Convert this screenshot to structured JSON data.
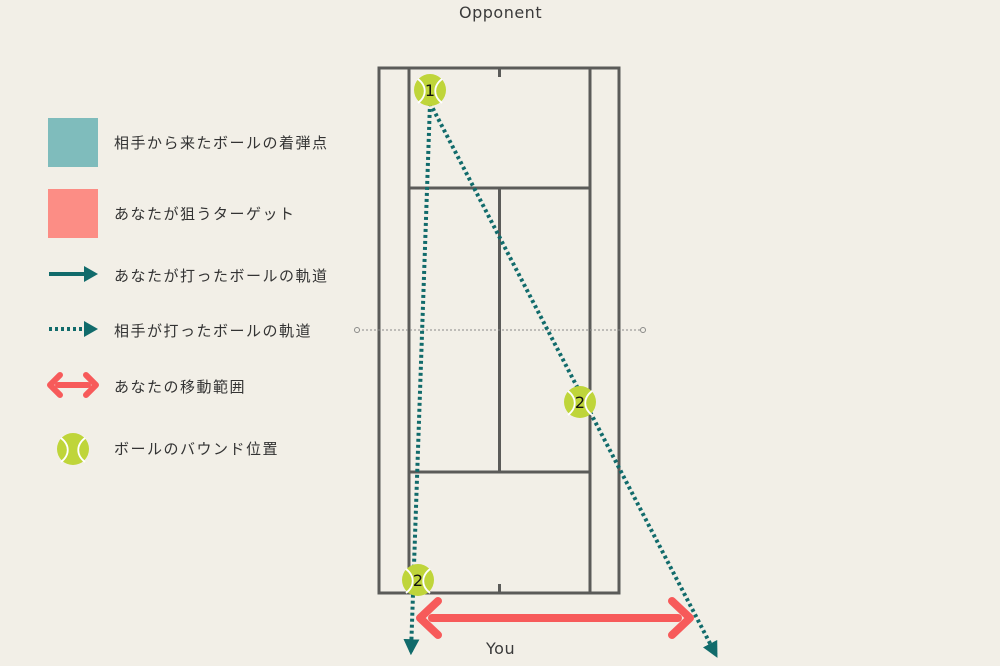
{
  "labels": {
    "top": "Opponent",
    "bottom": "You"
  },
  "legend": [
    {
      "key": "received-landing",
      "text": "相手から来たボールの着弾点",
      "color": "#7fbcbc"
    },
    {
      "key": "target",
      "text": "あなたが狙うターゲット",
      "color": "#fc8d85"
    },
    {
      "key": "your-trajectory",
      "text": "あなたが打ったボールの軌道",
      "color": "#116b6b"
    },
    {
      "key": "opponent-trajectory",
      "text": "相手が打ったボールの軌道",
      "color": "#116b6b"
    },
    {
      "key": "movement-range",
      "text": "あなたの移動範囲",
      "color": "#f75a5a"
    },
    {
      "key": "bounce",
      "text": "ボールのバウンド位置",
      "color": "#bfd53a"
    }
  ],
  "balls": [
    {
      "label": "1"
    },
    {
      "label": "2"
    },
    {
      "label": "2"
    }
  ],
  "colors": {
    "background": "#f2efe7",
    "court_line": "#5b5b59",
    "trajectory": "#116b6b",
    "movement": "#f75a5a",
    "ball": "#bfd53a",
    "ball_seam": "#ffffff"
  }
}
